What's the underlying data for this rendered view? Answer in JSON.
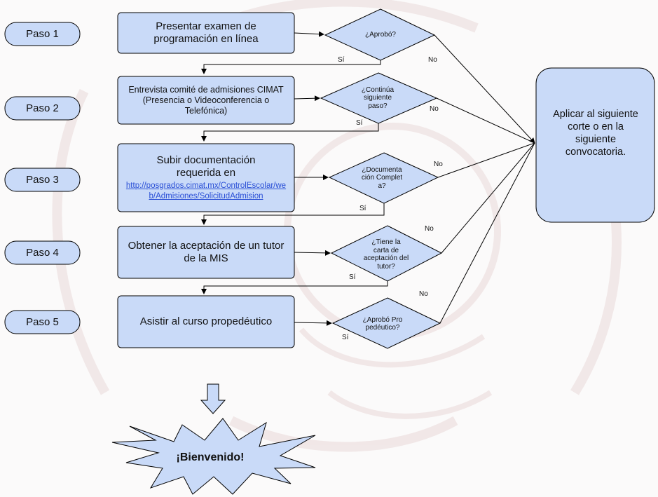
{
  "steps": [
    "Paso 1",
    "Paso 2",
    "Paso 3",
    "Paso 4",
    "Paso 5"
  ],
  "boxes": {
    "b1": "Presentar examen de programación en línea",
    "b2": "Entrevista comité de admisiones CIMAT (Presencia o Videoconferencia o Telefónica)",
    "b3_text": "Subir documentación requerida en",
    "b3_link": "http://posgrados.cimat.mx/ControlEscolar/web/Admisiones/SolicitudAdmision",
    "b4": "Obtener la aceptación de un tutor de la MIS",
    "b5": "Asistir al curso propedéutico"
  },
  "decisions": {
    "d1": "¿Aprobó?",
    "d2": "¿Continúa siguiente paso?",
    "d3": "¿Documentación Completa?",
    "d4": "¿Tiene la carta de aceptación del tutor?",
    "d5": "¿Aprobó Propedéutico?"
  },
  "labels": {
    "yes": "Sí",
    "no": "No"
  },
  "final_box": "Aplicar al siguiente corte o en la siguiente convocatoria.",
  "welcome": "¡Bienvenido!",
  "colors": {
    "fill": "#c9daf8",
    "stroke": "#000000",
    "link": "#2a4fd6",
    "watermark": "#e6dede"
  }
}
